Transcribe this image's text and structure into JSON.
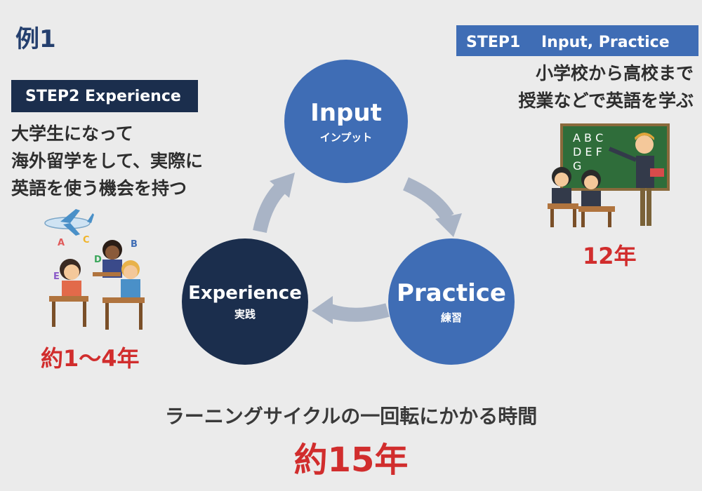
{
  "heading": "例1",
  "step1": {
    "label": "STEP1　 Input, Practice",
    "desc_lines": [
      "小学校から高校まで",
      "授業などで英語を学ぶ"
    ],
    "years": "12年"
  },
  "step2": {
    "label": "STEP2  Experience",
    "desc_lines": [
      "大学生になって",
      "海外留学をして、実際に",
      "英語を使う機会を持つ"
    ],
    "years": "約1～4年"
  },
  "cycle": {
    "input": {
      "title": "Input",
      "sub": "インプット"
    },
    "practice": {
      "title": "Practice",
      "sub": "練習"
    },
    "experience": {
      "title": "Experience",
      "sub": "実践"
    }
  },
  "caption": "ラーニングサイクルの一回転にかかる時間",
  "total": "約15年",
  "illustration_letters": {
    "board": [
      "A B C",
      "D E F",
      "G"
    ],
    "floating": [
      "A",
      "C",
      "B",
      "D",
      "E"
    ]
  },
  "colors": {
    "blue": "#3f6db5",
    "navy": "#1b2e4d",
    "red": "#d12d2d",
    "arrow": "#a9b4c6",
    "background": "#ebebeb"
  }
}
